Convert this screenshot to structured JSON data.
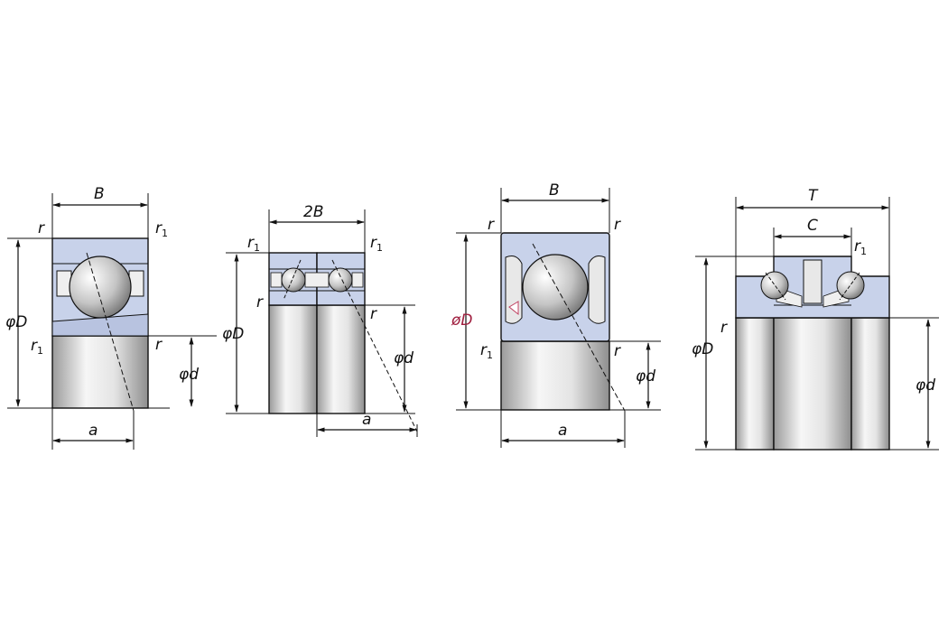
{
  "diagrams": [
    {
      "id": "single-row",
      "labels": {
        "width": "B",
        "corner_top_left": "r",
        "corner_top_right": "r",
        "corner_bottom_left": "r",
        "corner_bottom_left_sub": "1",
        "corner_top_right_sub": "1",
        "outer_dia": "φD",
        "inner_dia": "φd",
        "corner_inner": "r",
        "load_center": "a"
      }
    },
    {
      "id": "duplex",
      "labels": {
        "width": "2B",
        "corner_top_left": "r",
        "corner_top_left_sub": "1",
        "corner_top_right": "r",
        "corner_top_right_sub": "1",
        "corner_side": "r",
        "corner_inner": "r",
        "outer_dia": "φD",
        "inner_dia": "φd",
        "load_center": "a"
      }
    },
    {
      "id": "sealed",
      "labels": {
        "width": "B",
        "corner_top_left": "r",
        "corner_top_right": "r",
        "corner_bottom_left": "r",
        "corner_bottom_left_sub": "1",
        "corner_inner": "r",
        "outer_dia": "øD",
        "inner_dia": "φd",
        "load_center": "a"
      }
    },
    {
      "id": "double-direction-thrust",
      "labels": {
        "total_width": "T",
        "inner_width": "C",
        "corner_right": "r",
        "corner_right_sub": "1",
        "corner_left": "r",
        "outer_dia": "φD",
        "inner_dia": "φd"
      }
    }
  ],
  "colors": {
    "ring": "#c8d2ea",
    "bore_light": "#f4f4f4",
    "bore_dark": "#a8a8a8",
    "line": "#111111"
  }
}
